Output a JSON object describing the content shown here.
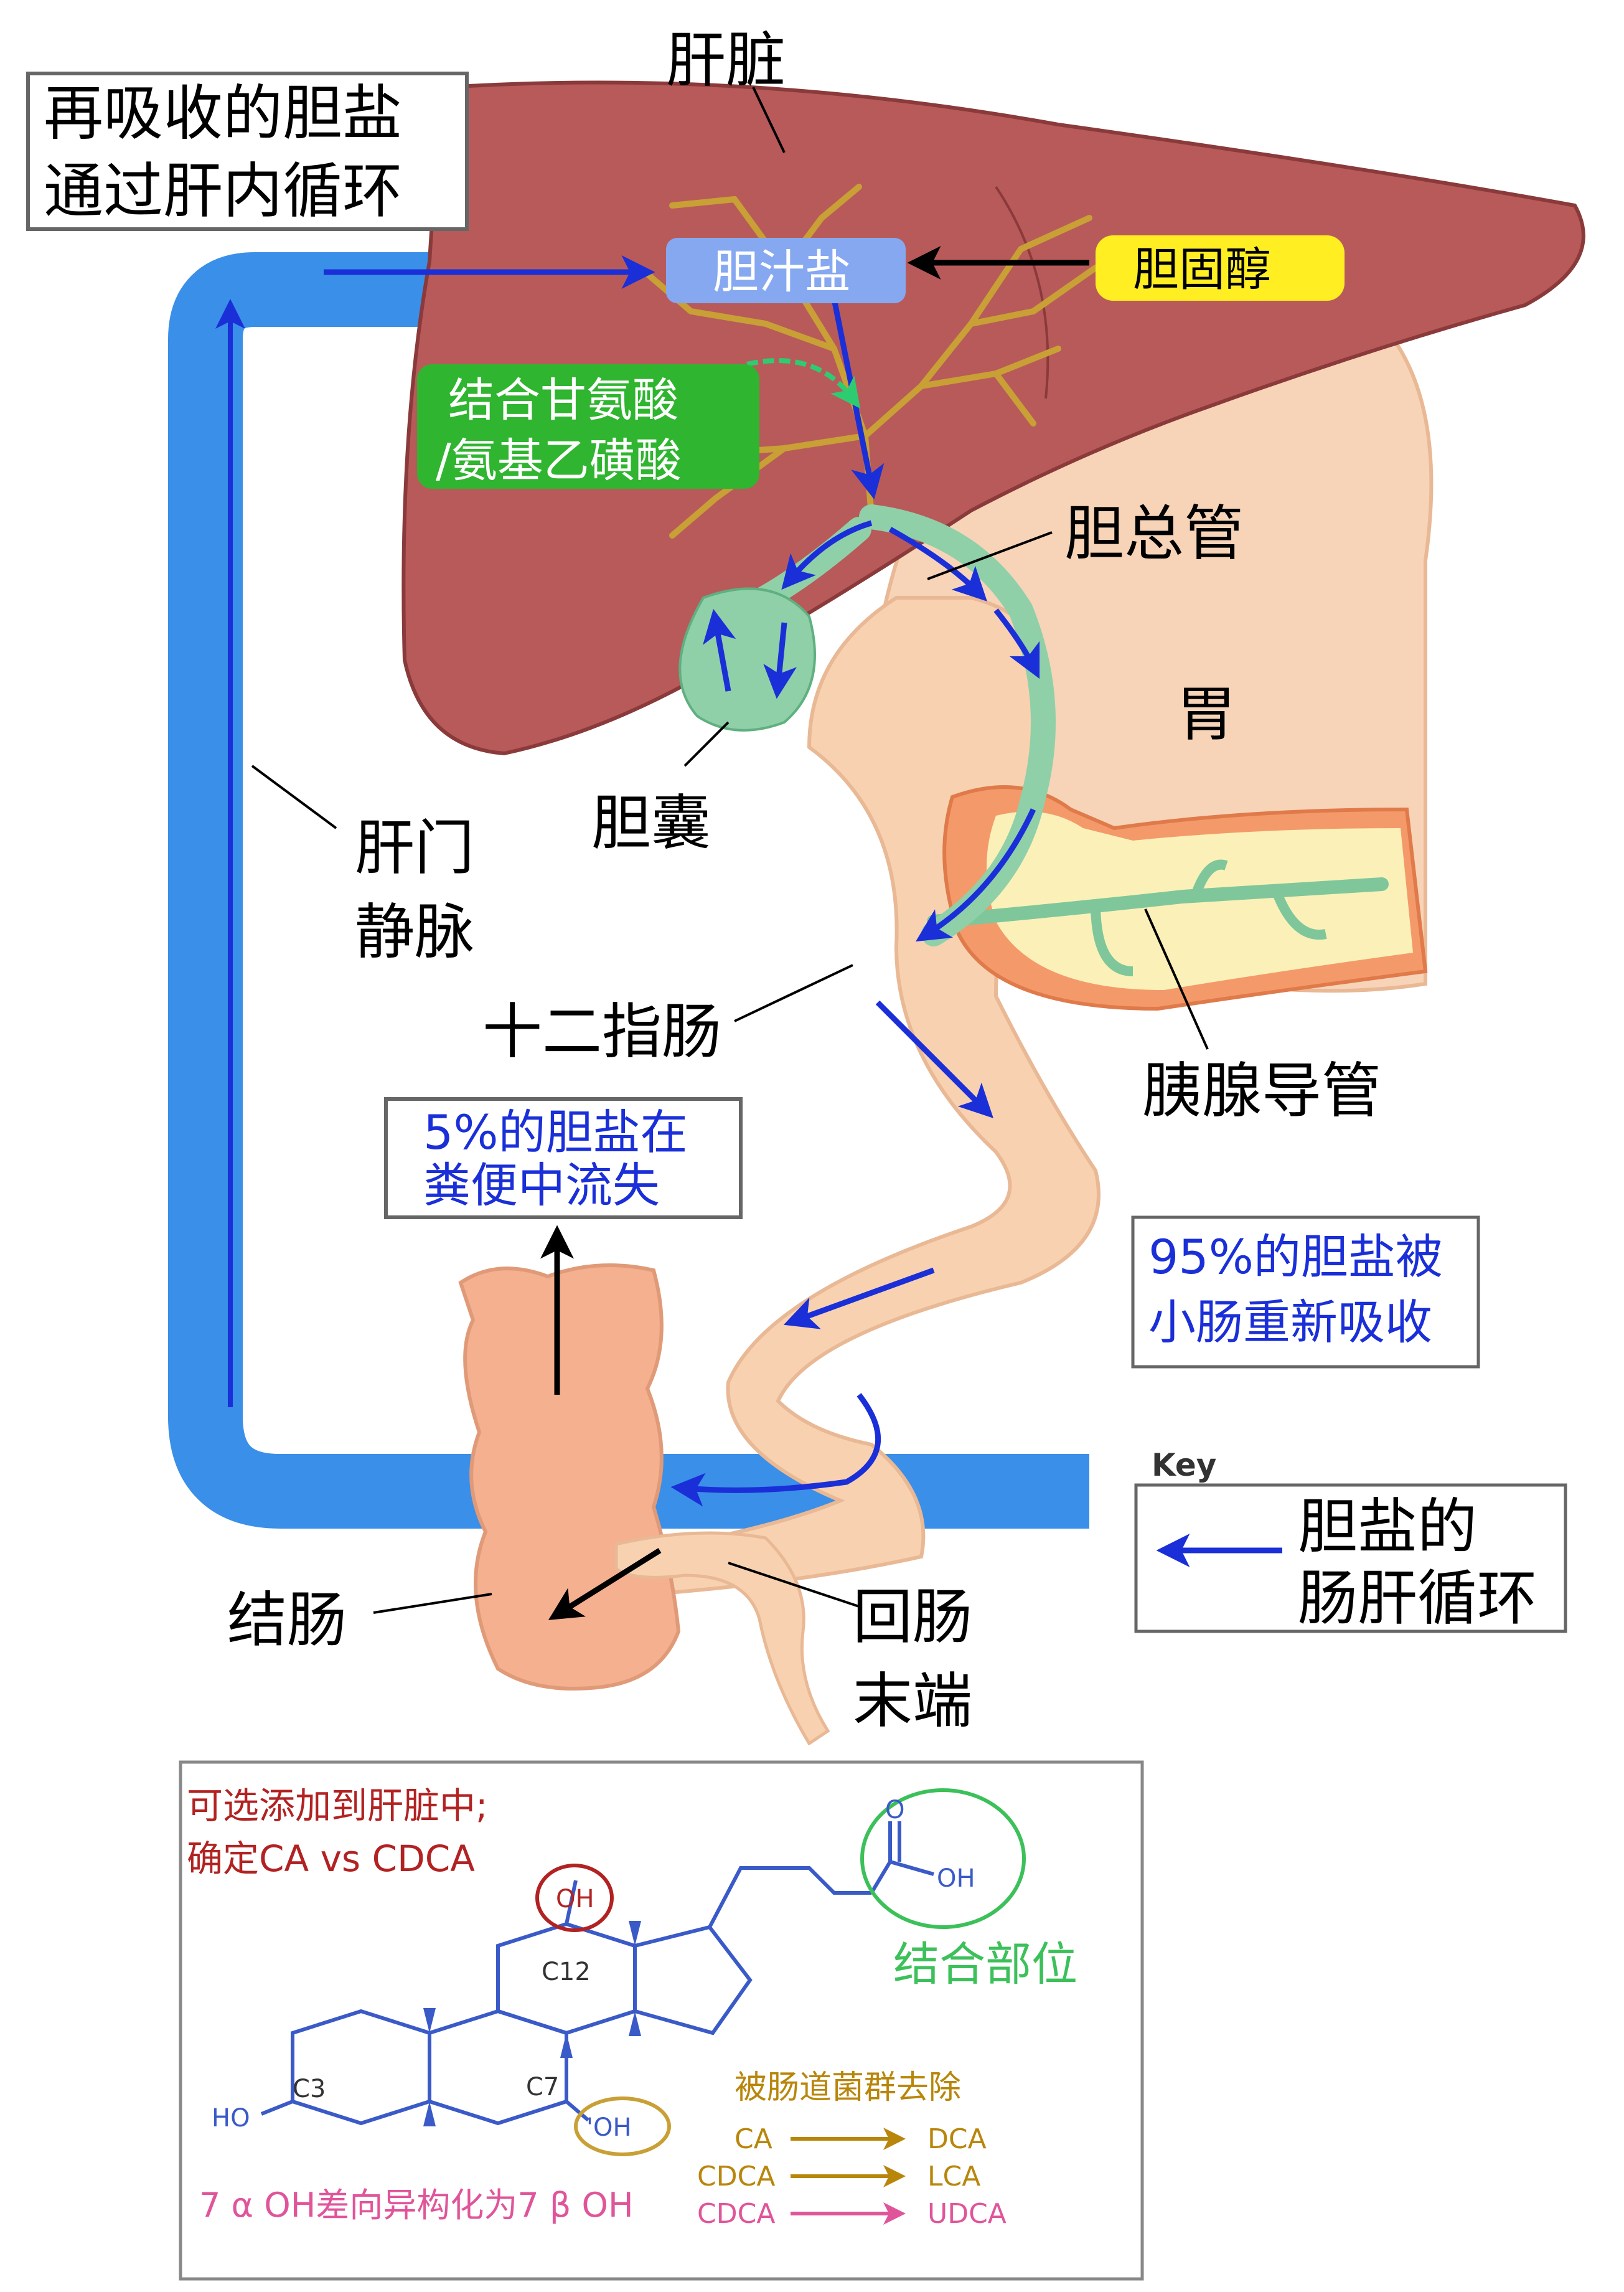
{
  "labels": {
    "liver": "肝脏",
    "reabsorbed_line1": "再吸收的胆盐",
    "reabsorbed_line2": "通过肝内循环",
    "bile_salts": "胆汁盐",
    "cholesterol": "胆固醇",
    "conjugation_line1": "结合甘氨酸",
    "conjugation_line2": "/氨基乙磺酸",
    "common_bile_duct": "胆总管",
    "stomach": "胃",
    "gallbladder": "胆囊",
    "portal_vein_line1": "肝门",
    "portal_vein_line2": "静脉",
    "duodenum": "十二指肠",
    "pancreatic_duct": "胰腺导管",
    "fecal_loss_line1": "5%的胆盐在",
    "fecal_loss_line2": "粪便中流失",
    "reabsorbed_95_line1": "95%的胆盐被",
    "reabsorbed_95_line2": "小肠重新吸收",
    "key_title": "Key",
    "key_line1": "胆盐的",
    "key_line2": "肠肝循环",
    "colon": "结肠",
    "terminal_ileum_line1": "回肠",
    "terminal_ileum_line2": "末端"
  },
  "chemistry": {
    "note_line1": "可选添加到肝脏中;",
    "note_line2": "确定CA vs CDCA",
    "oh_top": "OH",
    "c12": "C12",
    "c3": "C3",
    "c7": "C7",
    "ho_left": "HO",
    "oh_c7": "'OH",
    "acid_o": "O",
    "acid_oh": "OH",
    "conjugation_site": "结合部位",
    "bacteria_removed": "被肠道菌群去除",
    "conversions": [
      {
        "from": "CA",
        "to": "DCA",
        "color": "#b8860b"
      },
      {
        "from": "CDCA",
        "to": "LCA",
        "color": "#b8860b"
      },
      {
        "from": "CDCA",
        "to": "UDCA",
        "color": "#e0559a"
      }
    ],
    "epimerization": "7 α OH差向异构化为7 β OH"
  },
  "colors": {
    "liver": "#b85a5a",
    "portal_vein": "#3a8fe8",
    "stomach": "#f7d4b8",
    "intestine": "#f8d2b0",
    "colon": "#f4b08f",
    "gallbladder": "#8fd0a8",
    "pancreas": "#fbf1b8",
    "bile_salts_box": "#86a8f0",
    "cholesterol_box": "#ffee22",
    "conjugation_box": "#2fb52f",
    "arrow_blue": "#1a2fd8",
    "chem_red": "#b22222",
    "chem_green": "#3cc05a",
    "chem_gold": "#b8860b",
    "chem_pink": "#e0559a"
  }
}
